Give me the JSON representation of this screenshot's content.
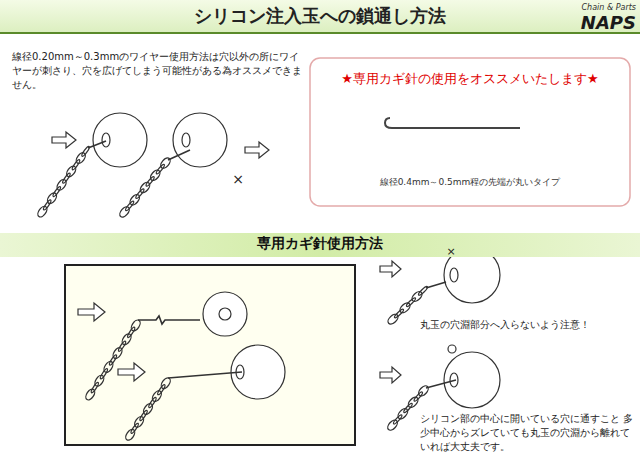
{
  "diagram": {
    "title": "シリコン注入玉への鎖通し方法",
    "nodes": [
      {
        "text": [
          "★専用カギ針の使用をオススメいたします★",
          "線径0.4mm～0.5mm程の先端が丸いタイプ"
        ]
      },
      {
        "text": [
          "専用カギ針使用方法"
        ]
      }
    ],
    "labels": [
      "Chain & Parts",
      "NAPS",
      "線径0.20mm～0.3mmのワイヤー使用方法は穴以外の所にワイヤーが刺さり、穴を広げてしまう可能性がある為オススメできません。",
      "×",
      "×",
      "丸玉の穴淵部分へ入らないよう注意！",
      "シリコン部の中心に開いている穴に通すこと 多少中心からズレていても丸玉の穴淵から離れていれば大丈夫です。"
    ]
  }
}
